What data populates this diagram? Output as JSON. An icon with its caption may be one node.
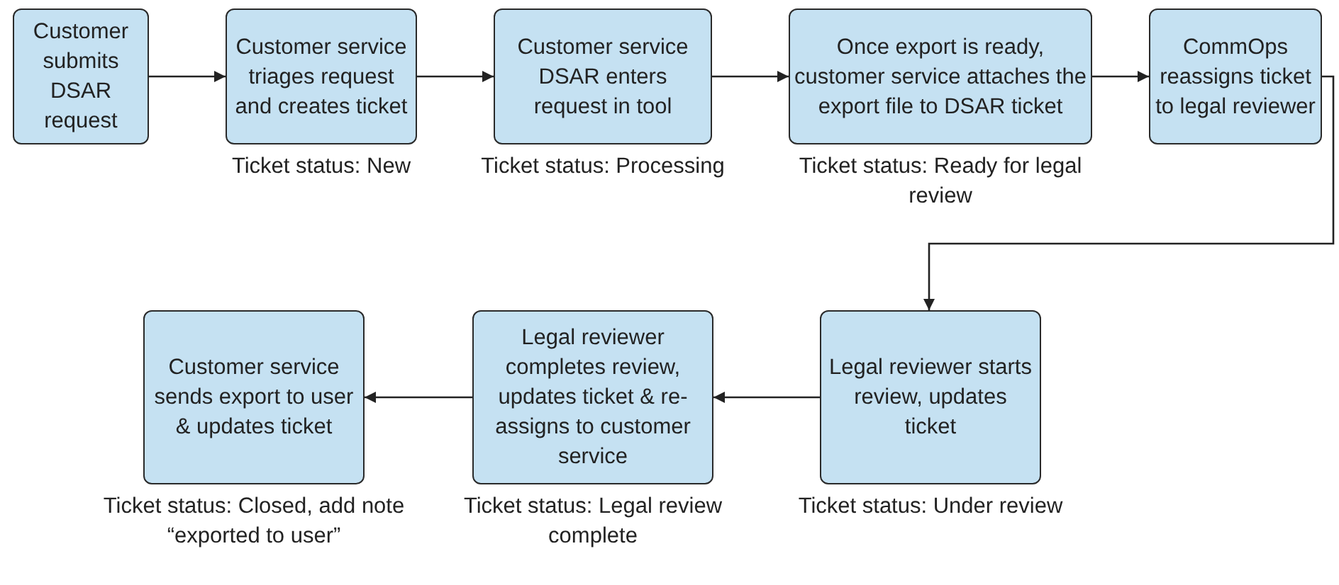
{
  "diagram": {
    "nodes": [
      {
        "text": [
          "Customer submits DSAR request"
        ]
      },
      {
        "text": [
          "Customer service triages request and creates ticket"
        ],
        "beside": [
          "Ticket status: New"
        ]
      },
      {
        "text": [
          "Customer service DSAR enters request in tool"
        ],
        "beside": [
          "Ticket status: Processing"
        ]
      },
      {
        "text": [
          "Once export is ready, customer service attaches the export file to DSAR ticket"
        ],
        "beside": [
          "Ticket status: Ready for legal review"
        ]
      },
      {
        "text": [
          "CommOps reassigns ticket to legal reviewer"
        ]
      },
      {
        "text": [
          "Legal reviewer starts review, updates ticket"
        ],
        "beside": [
          "Ticket status: Under review"
        ]
      },
      {
        "text": [
          "Legal reviewer completes review, updates ticket & re-assigns to customer service"
        ],
        "beside": [
          "Ticket status: Legal review complete"
        ]
      },
      {
        "text": [
          "Customer service sends export to user & updates ticket"
        ],
        "beside": [
          "Ticket status: Closed, add note “exported to user”"
        ]
      }
    ],
    "edges": [
      {
        "from": 0,
        "to": 1,
        "arrow": "to"
      },
      {
        "from": 1,
        "to": 2,
        "arrow": "to"
      },
      {
        "from": 2,
        "to": 3,
        "arrow": "to"
      },
      {
        "from": 3,
        "to": 4,
        "arrow": "to"
      },
      {
        "from": 4,
        "to": 5,
        "arrow": "to"
      },
      {
        "from": 5,
        "to": 6,
        "arrow": "to"
      },
      {
        "from": 6,
        "to": 7,
        "arrow": "to"
      }
    ]
  }
}
